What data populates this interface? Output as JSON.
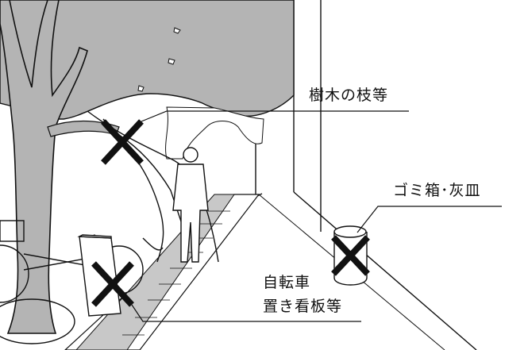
{
  "labels": {
    "branches": "樹木の枝等",
    "trash": "ゴミ箱･灰皿",
    "bicycle": "自転車",
    "signboard": "置き看板等"
  },
  "marks": {
    "prohibited_symbol": "x-mark-icon",
    "stroke_color": "#111111",
    "canopy_fill": "#b4b4b4",
    "pavement_fill": "#c8c8c8"
  }
}
